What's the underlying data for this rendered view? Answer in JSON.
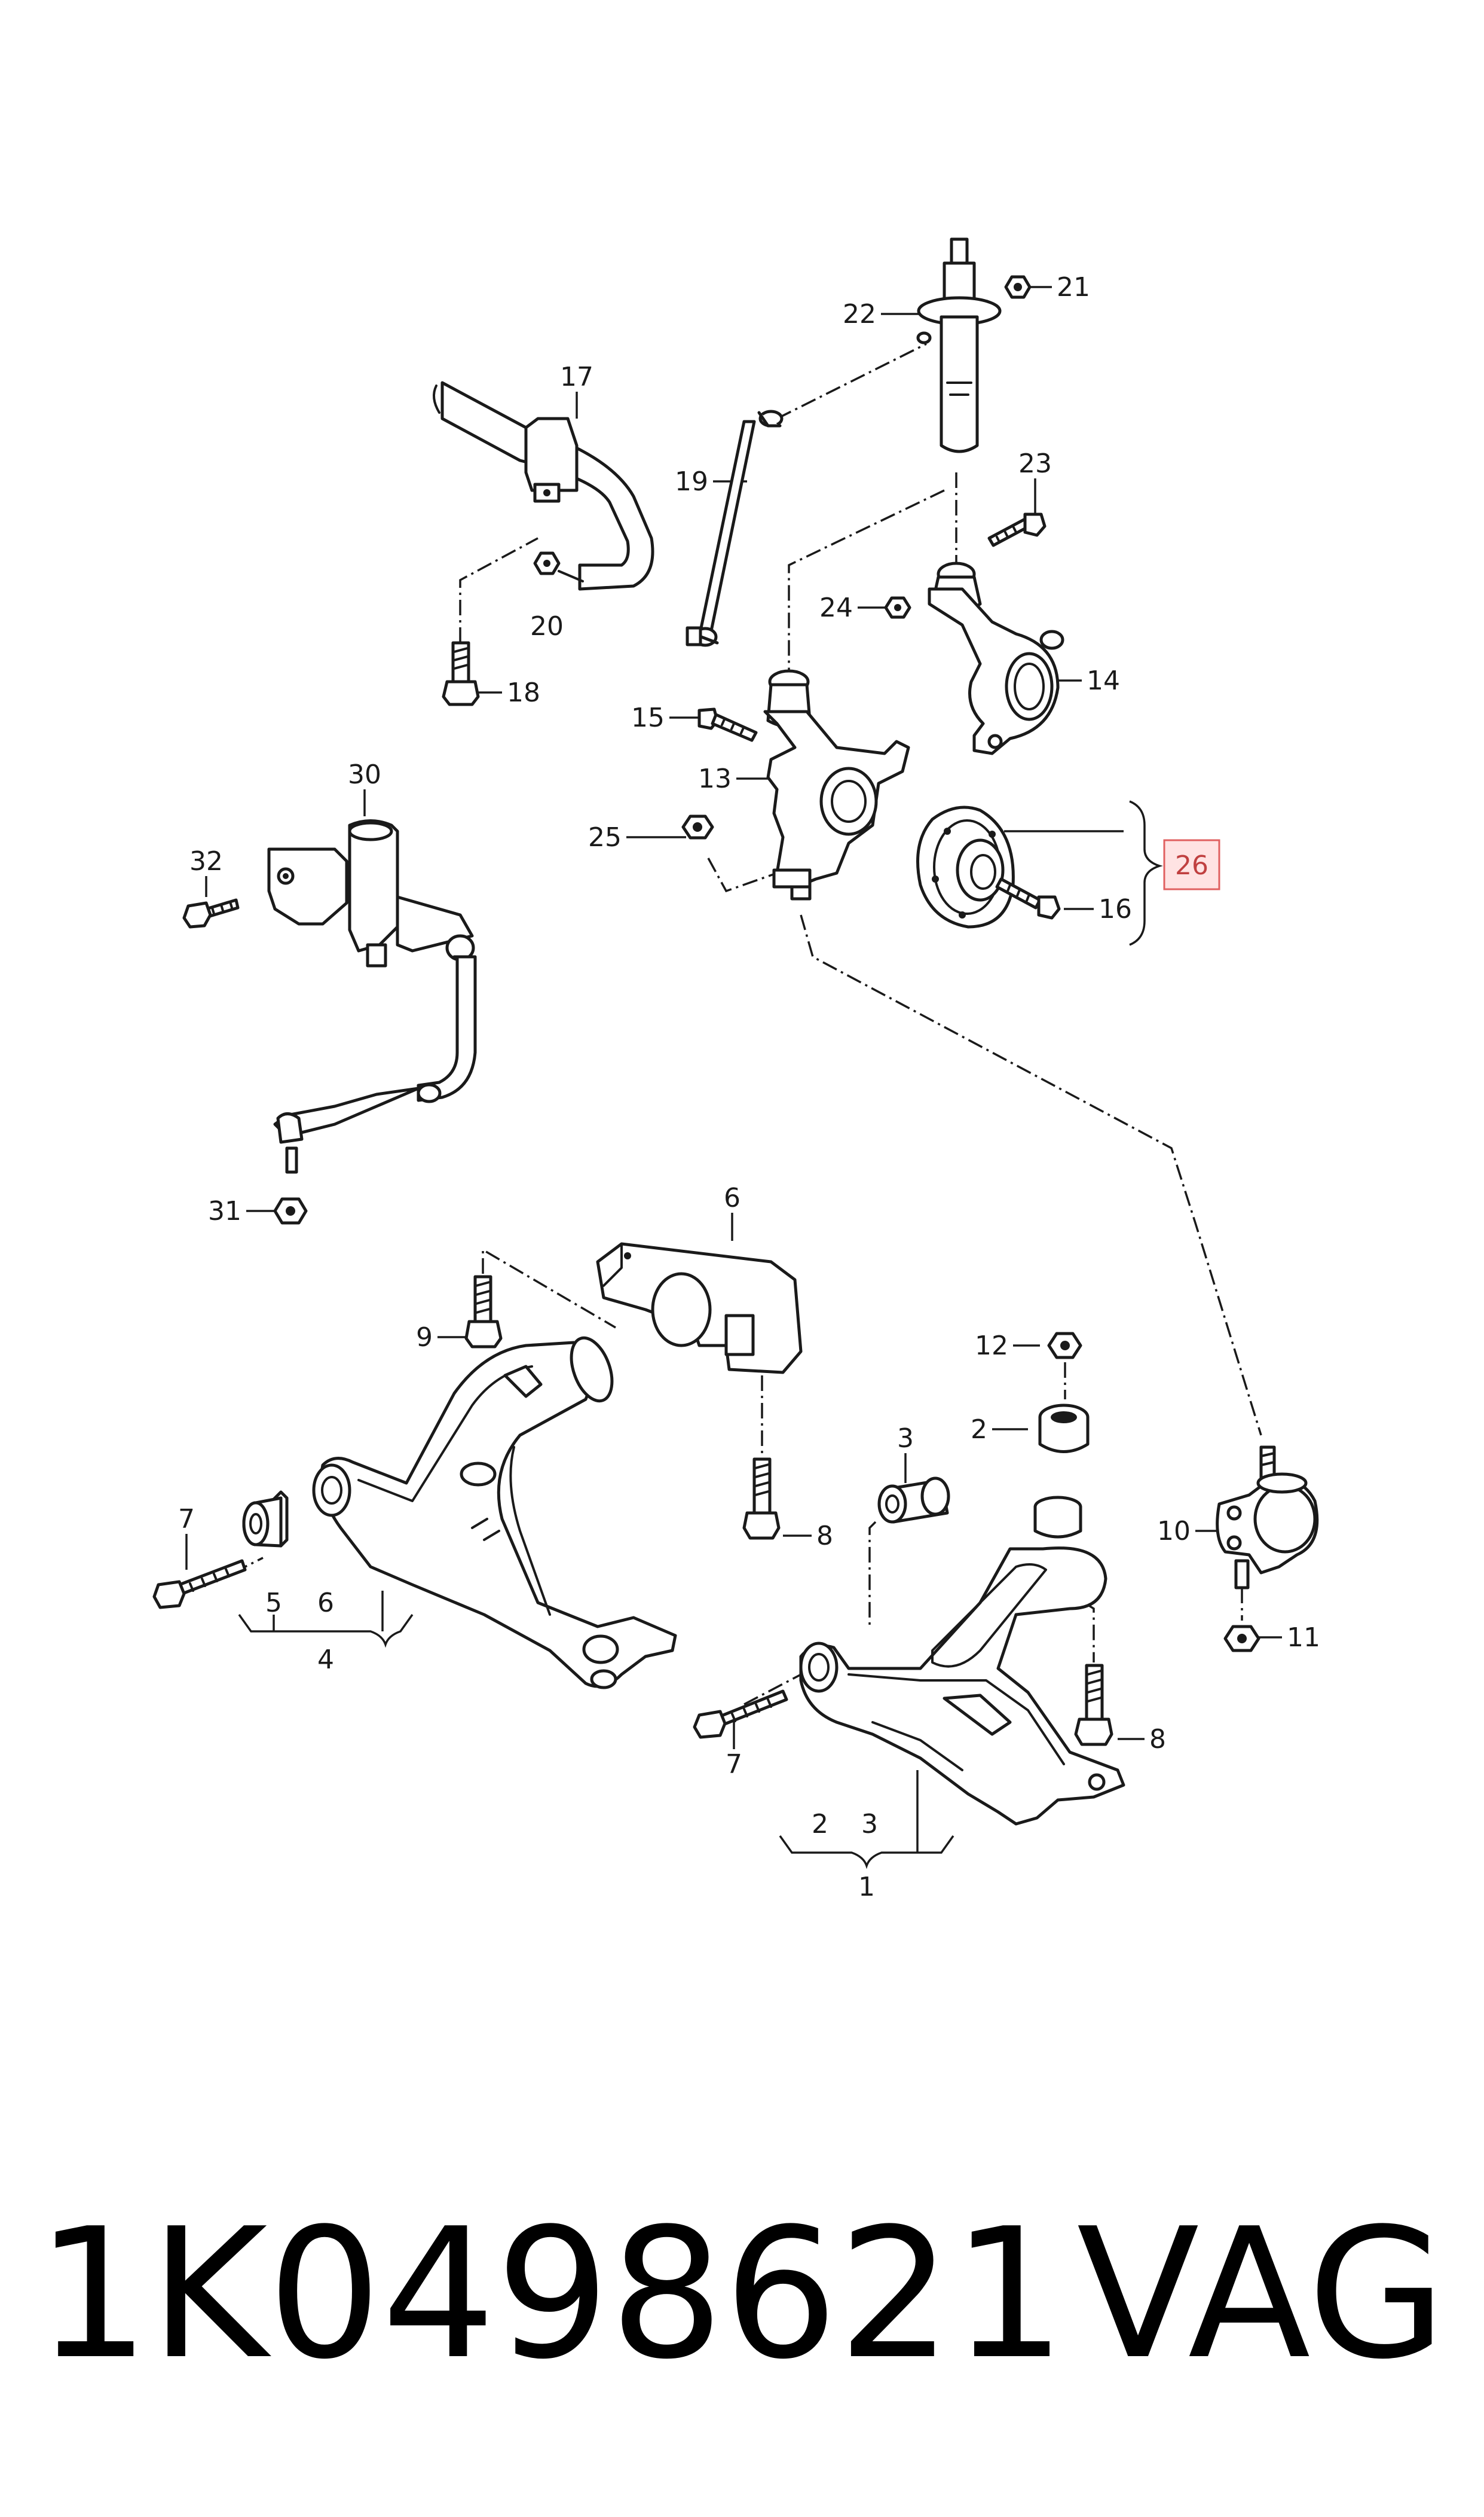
{
  "callouts": {
    "c1": "1",
    "c2a": "2",
    "c2b": "2",
    "c3a": "3",
    "c3b": "3",
    "c4": "4",
    "c5": "5",
    "c6a": "6",
    "c6b": "6",
    "c7a": "7",
    "c7b": "7",
    "c8a": "8",
    "c8b": "8",
    "c9": "9",
    "c10": "10",
    "c11": "11",
    "c12": "12",
    "c13": "13",
    "c14": "14",
    "c15": "15",
    "c16": "16",
    "c17": "17",
    "c18": "18",
    "c19": "19",
    "c20": "20",
    "c21": "21",
    "c22": "22",
    "c23": "23",
    "c24": "24",
    "c25": "25",
    "c26": "26",
    "c30": "30",
    "c31": "31",
    "c32": "32"
  },
  "highlight": {
    "part": "26",
    "box_color": "#ffe3e3",
    "border_color": "#e06060",
    "text_color": "#c04040"
  },
  "footer": {
    "part_number": "1K0498621",
    "brand": "VAG"
  }
}
